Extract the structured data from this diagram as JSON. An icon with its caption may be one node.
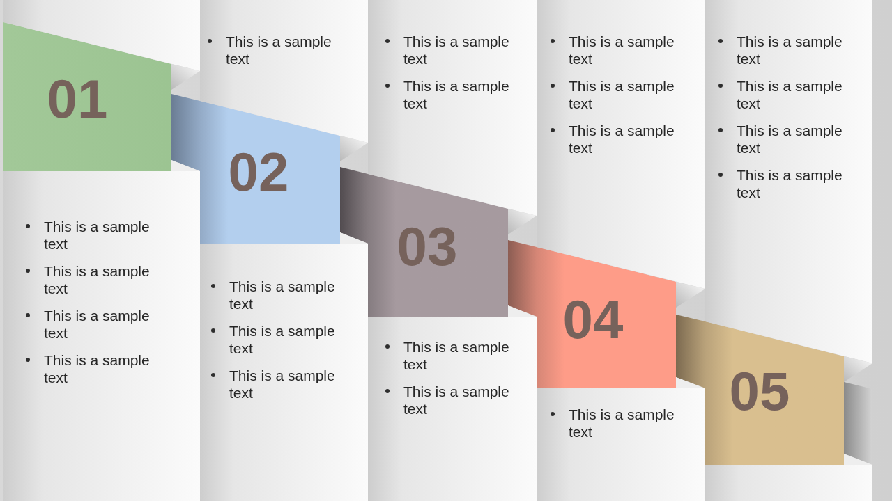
{
  "diagram": {
    "nodes": [
      {
        "text": [],
        "shape": "box"
      },
      {
        "text": [
          "01"
        ]
      },
      {
        "text": [
          "This is a sample text",
          "This is a sample text",
          "This is a sample text",
          "This is a sample text"
        ]
      },
      {
        "text": [
          "This is a sample text"
        ]
      },
      {
        "text": [
          "02"
        ]
      },
      {
        "text": [
          "This is a sample text",
          "This is a sample text",
          "This is a sample text"
        ]
      },
      {
        "text": [
          "This is a sample text",
          "This is a sample text"
        ]
      },
      {
        "text": [
          "03"
        ]
      },
      {
        "text": [
          "This is a sample text",
          "This is a sample text"
        ]
      },
      {
        "text": [
          "This is a sample text",
          "This is a sample text",
          "This is a sample text"
        ]
      },
      {
        "text": [
          "04"
        ]
      },
      {
        "text": [
          "This is a sample text"
        ]
      },
      {
        "text": [
          "This is a sample text",
          "This is a sample text",
          "This is a sample text",
          "This is a sample text"
        ]
      },
      {
        "text": [
          "05"
        ]
      },
      {
        "text": [],
        "shape": "box"
      }
    ]
  }
}
